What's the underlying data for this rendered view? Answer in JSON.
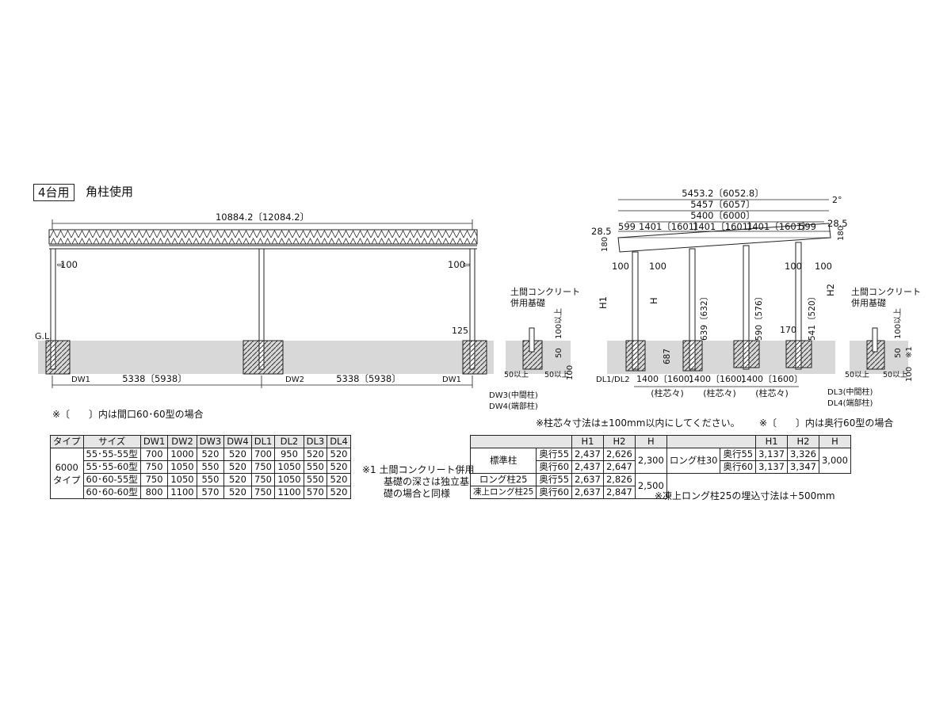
{
  "header": {
    "tag": "4台用",
    "title": "角柱使用"
  },
  "front_view": {
    "total_width": "10884.2〔12084.2〕",
    "left_offset": "100",
    "right_offset": "100",
    "gl": "G.L.",
    "dim_125": "125",
    "dw1_left": "DW1",
    "span_left": "5338〔5938〕",
    "dw2": "DW2",
    "span_right": "5338〔5938〕",
    "dw1_right": "DW1"
  },
  "foundation_left": {
    "title1": "土間コンクリート",
    "title2": "併用基礎",
    "d100above": "100以上",
    "d50": "50",
    "d50above_l": "50以上",
    "d50above_r": "50以上",
    "d100": "100",
    "dw3": "DW3(中間柱)",
    "dw4": "DW4(端部柱)"
  },
  "side_view": {
    "angle": "2°",
    "top1": "5453.2〔6052.8〕",
    "top2": "5457〔6057〕",
    "top3": "5400〔6000〕",
    "left_eave": "28.5",
    "right_eave": "28.5",
    "left_overhang": "599",
    "span_a": "1401〔1601〕",
    "span_b": "1401〔1601〕",
    "span_c": "1401〔1601〕",
    "right_overhang": "599",
    "h180_left": "180",
    "h180_right": "180",
    "o100_1": "100",
    "o100_2": "100",
    "o100_3": "100",
    "o100_4": "100",
    "h1": "H1",
    "h": "H",
    "h2": "H2",
    "h639": "639〔632〕",
    "h590": "590〔576〕",
    "h541": "541〔520〕",
    "h687": "687",
    "h170": "170",
    "dl12": "DL1/DL2",
    "pitch1": "1400〔1600〕",
    "pitch2": "1400〔1600〕",
    "pitch3": "1400〔1600〕",
    "pitch_label1": "(柱芯々)",
    "pitch_label2": "(柱芯々)",
    "pitch_label3": "(柱芯々)"
  },
  "foundation_right": {
    "title1": "土間コンクリート",
    "title2": "併用基礎",
    "d100above": "100以上",
    "d50": "50",
    "star1": "※1",
    "d50above_l": "50以上",
    "d50above_r": "50以上",
    "d100": "100",
    "dl3": "DL3(中間柱)",
    "dl4": "DL4(端部柱)"
  },
  "notes": {
    "bracket_left": "※〔　　〕内は間口60･60型の場合",
    "pitch_note": "※柱芯々寸法は±100mm以内にしてください。",
    "bracket_right": "※〔　　〕内は奥行60型の場合",
    "foot1_line1": "※1 土間コンクリート併用",
    "foot1_line2": "基礎の深さは独立基",
    "foot1_line3": "礎の場合と同様",
    "frost_note": "※凍上ロング柱25の埋込寸法は＋500mm"
  },
  "table_depth": {
    "headers": [
      "タイプ",
      "サイズ",
      "DW1",
      "DW2",
      "DW3",
      "DW4",
      "DL1",
      "DL2",
      "DL3",
      "DL4"
    ],
    "type_line1": "6000",
    "type_line2": "タイプ",
    "rows": [
      [
        "55･55-55型",
        "700",
        "1000",
        "520",
        "520",
        "700",
        "950",
        "520",
        "520"
      ],
      [
        "55･55-60型",
        "750",
        "1050",
        "550",
        "520",
        "750",
        "1050",
        "550",
        "520"
      ],
      [
        "60･60-55型",
        "750",
        "1050",
        "550",
        "520",
        "750",
        "1050",
        "550",
        "520"
      ],
      [
        "60･60-60型",
        "800",
        "1100",
        "570",
        "520",
        "750",
        "1100",
        "570",
        "520"
      ]
    ]
  },
  "table_height": {
    "headers": [
      "H1",
      "H2",
      "H",
      "H1",
      "H2",
      "H"
    ],
    "std": "標準柱",
    "long30": "ロング柱30",
    "long25": "ロング柱25",
    "frost25": "凍上ロング柱25",
    "r1": [
      "奥行55",
      "2,437",
      "2,626",
      "2,300",
      "奥行55",
      "3,137",
      "3,326",
      "3,000"
    ],
    "r2": [
      "奥行60",
      "2,437",
      "2,647",
      "奥行60",
      "3,137",
      "3,347"
    ],
    "r3": [
      "奥行55",
      "2,637",
      "2,826",
      "2,500"
    ],
    "r4": [
      "奥行60",
      "2,637",
      "2,847"
    ]
  }
}
